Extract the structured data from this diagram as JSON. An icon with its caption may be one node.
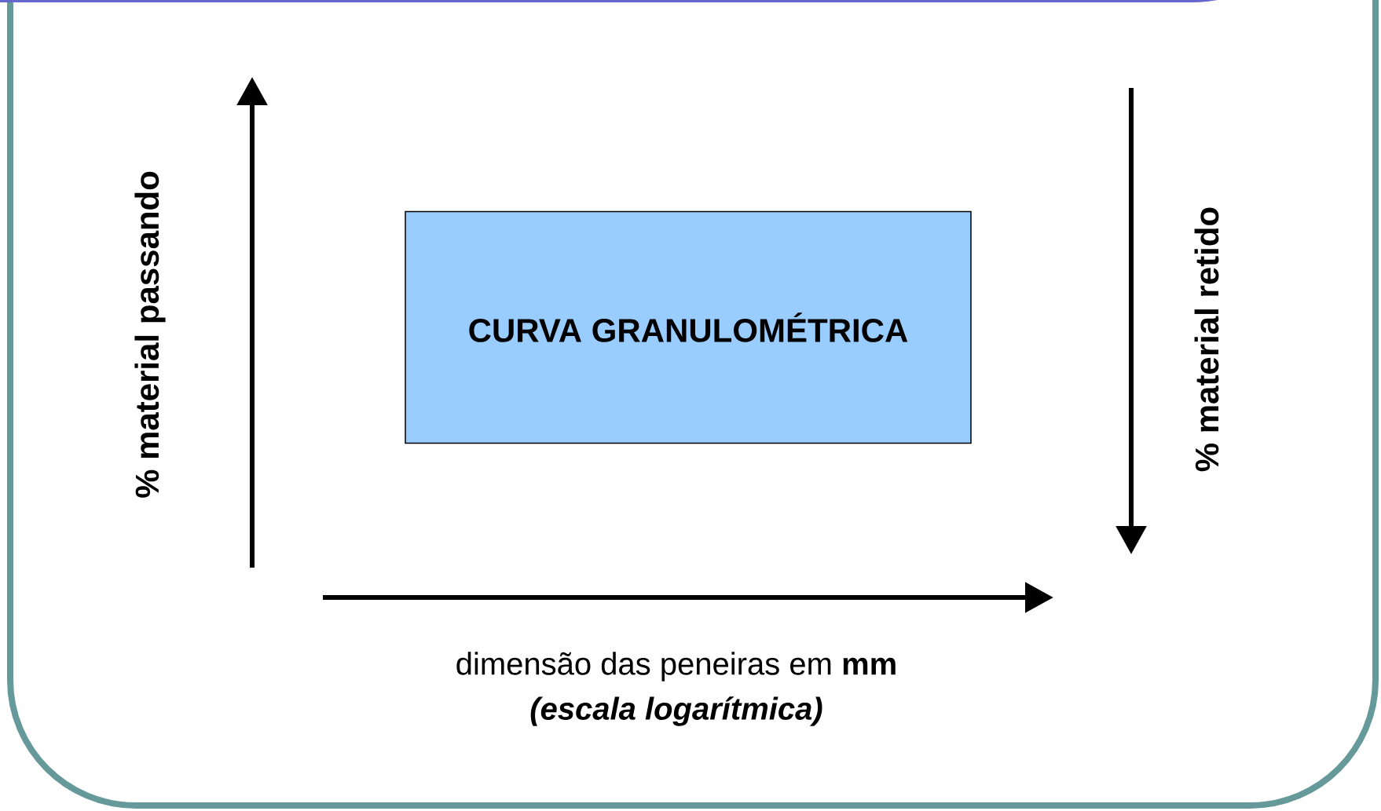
{
  "diagram": {
    "nodes": [
      {
        "text": [
          "CURVA GRANULOMÉTRICA"
        ]
      }
    ],
    "edges": [],
    "labels": [
      "% material passando",
      "% material retido",
      "dimensão das peneiras em **mm**",
      "(escala logarítmica)"
    ]
  }
}
